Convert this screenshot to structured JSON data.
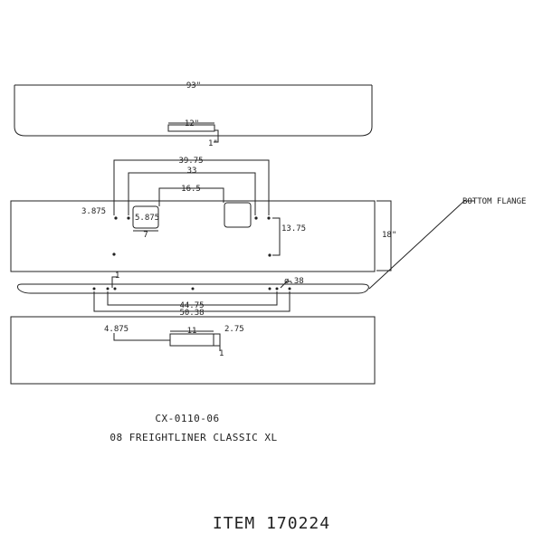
{
  "drawing": {
    "top_view": {
      "overall_width": "93\"",
      "slot_width": "12\"",
      "slot_offset": "1\""
    },
    "front_view": {
      "dim_a": "39.75",
      "dim_b": "33",
      "dim_c": "16.5",
      "edge_offset": "3.875",
      "cutout_width": "5.875",
      "cutout_height": "7",
      "vertical_hole_spacing": "13.75",
      "height": "18\""
    },
    "flange_view": {
      "callout_label": "BOTTOM FLANGE",
      "tab_offset": "1",
      "hole_diameter": "ø.38",
      "hole_spacing_inner": "44.75",
      "hole_spacing_outer": "50.38"
    },
    "bottom_view": {
      "offset": "4.875",
      "slot_width": "11",
      "slot_height": "2.75",
      "slot_offset": "1"
    },
    "part_code": "CX-0110-06",
    "description": "08 FREIGHTLINER CLASSIC XL",
    "item_label": "ITEM 170224"
  }
}
